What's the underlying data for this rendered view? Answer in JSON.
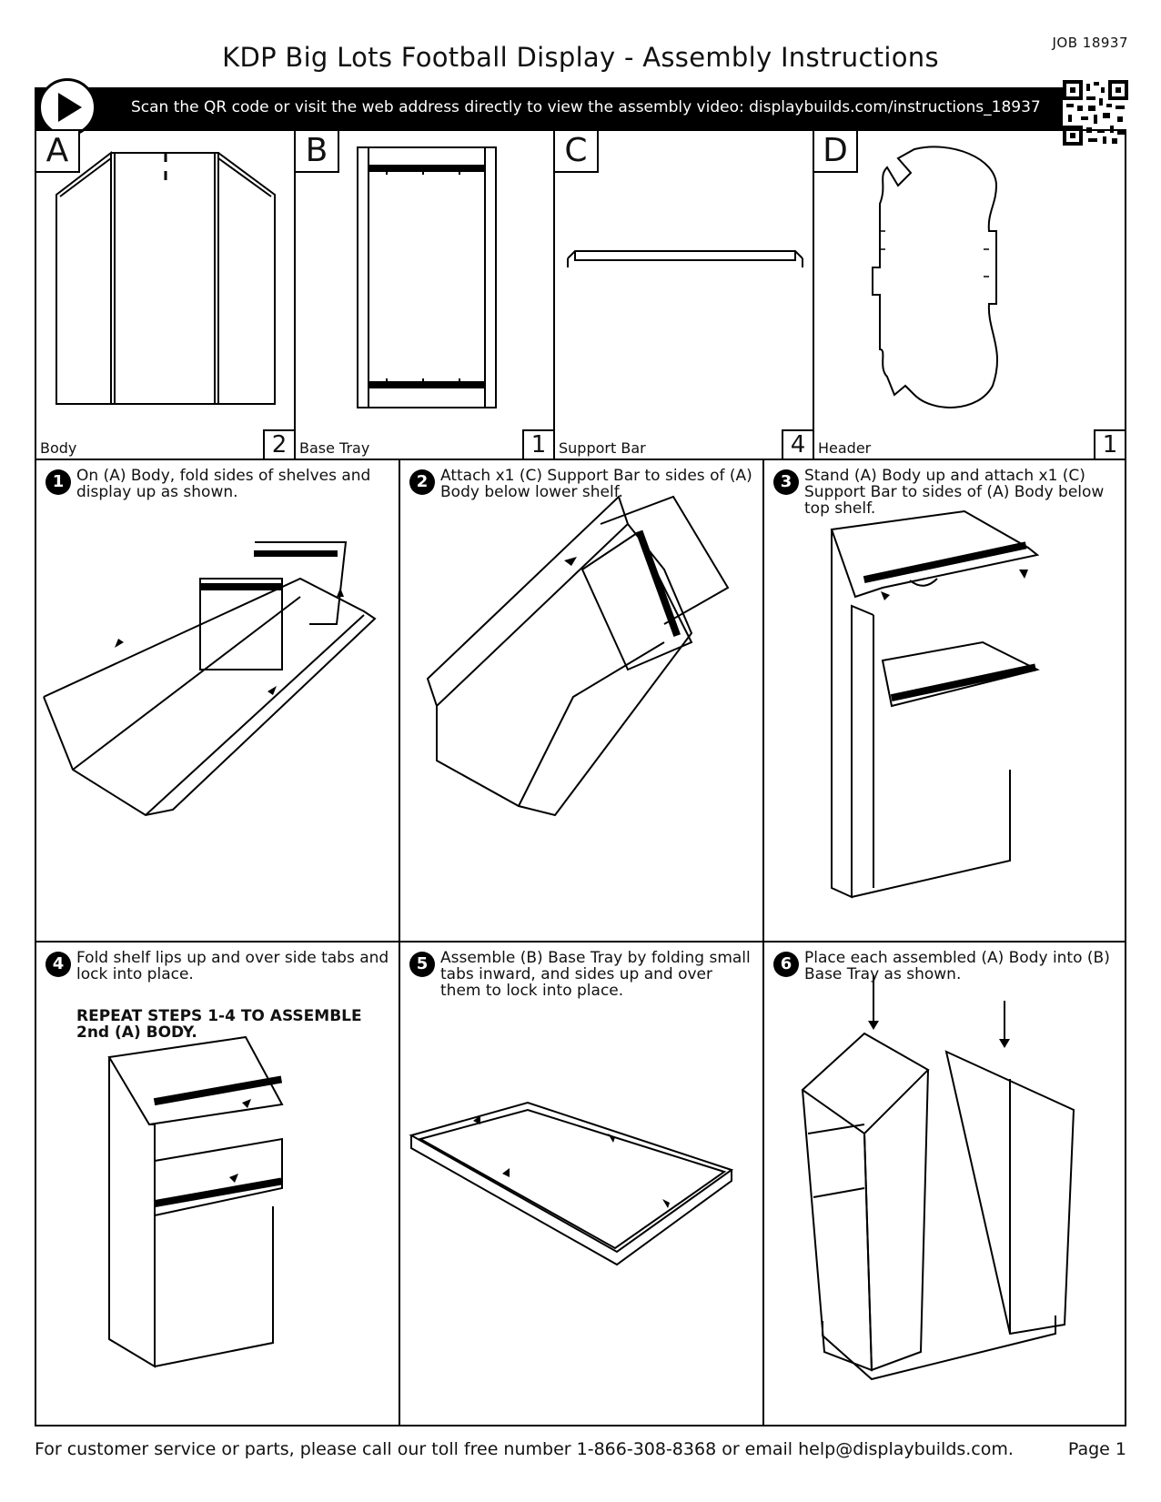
{
  "header": {
    "job": "JOB 18937",
    "title": "KDP Big Lots Football Display - Assembly Instructions"
  },
  "banner": {
    "icon": "play-icon",
    "message": "Scan the QR code or visit the web address directly to view the assembly video: displaybuilds.com/instructions_18937",
    "qr_icon": "qr-code-icon"
  },
  "parts": [
    {
      "letter": "A",
      "name": "Body",
      "qty": "2"
    },
    {
      "letter": "B",
      "name": "Base Tray",
      "qty": "1"
    },
    {
      "letter": "C",
      "name": "Support Bar",
      "qty": "4"
    },
    {
      "letter": "D",
      "name": "Header",
      "qty": "1"
    }
  ],
  "steps": [
    {
      "num": "1",
      "text": "On (A) Body, fold sides of shelves and display up as shown."
    },
    {
      "num": "2",
      "text": "Attach x1 (C) Support Bar to sides of (A) Body below lower shelf."
    },
    {
      "num": "3",
      "text": "Stand (A) Body up and attach x1 (C) Support Bar to sides of (A) Body below top shelf."
    },
    {
      "num": "4",
      "text": "Fold shelf lips up and over side tabs and lock into place.",
      "note": "REPEAT STEPS 1-4 TO ASSEMBLE 2nd (A) BODY."
    },
    {
      "num": "5",
      "text": "Assemble (B) Base Tray by folding small tabs inward, and sides up and over them to lock into place."
    },
    {
      "num": "6",
      "text": "Place each assembled (A) Body into (B) Base Tray as shown."
    }
  ],
  "footer": {
    "text": "For customer service or parts, please call our toll free number 1-866-308-8368 or email help@displaybuilds.com.",
    "page": "Page 1"
  }
}
